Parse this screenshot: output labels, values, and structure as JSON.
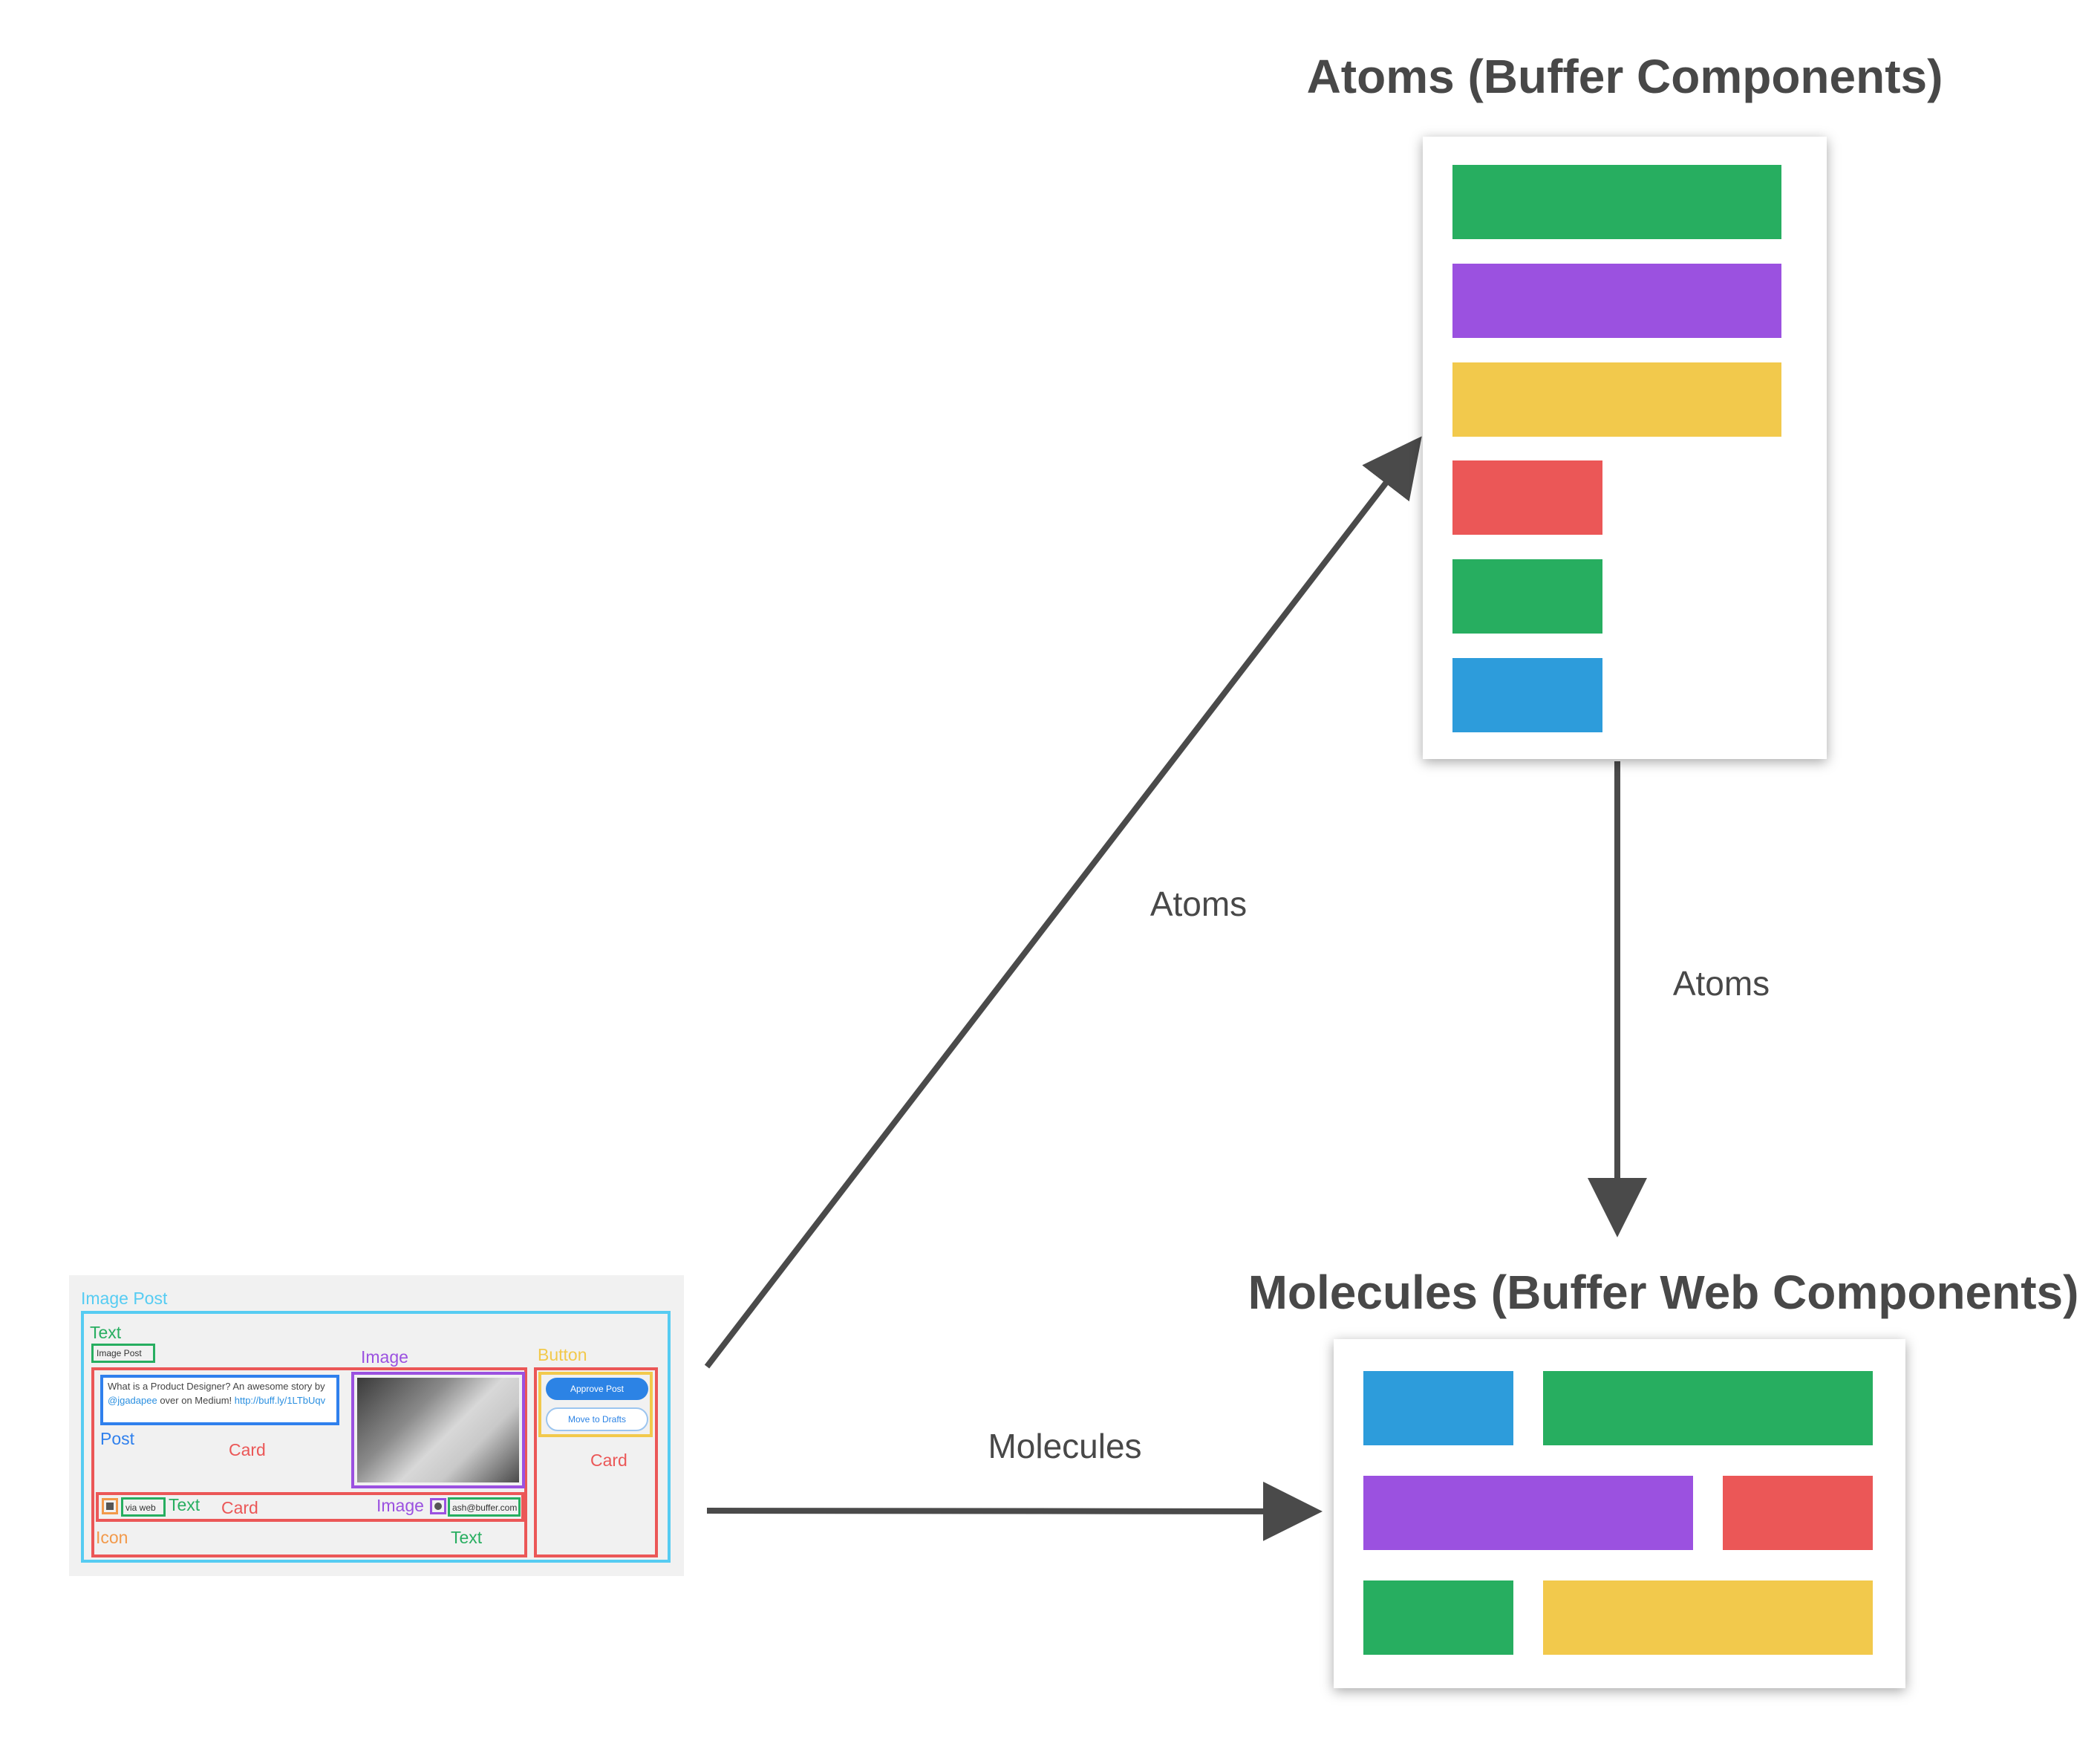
{
  "atoms_panel": {
    "title": "Atoms (Buffer Components)"
  },
  "molecules_panel": {
    "title": "Molecules (Buffer Web Components)"
  },
  "edges": {
    "mockup_to_atoms": "Atoms",
    "atoms_to_molecules": "Atoms",
    "mockup_to_molecules": "Molecules"
  },
  "colors": {
    "green": "#27ae60",
    "purple": "#9b51e0",
    "yellow": "#f2c94c",
    "red": "#eb5757",
    "blue": "#2d9cdb",
    "arrow": "#4a4a4a",
    "annotation_cyan": "#56ccf2",
    "annotation_red": "#eb5757",
    "annotation_green": "#27ae60",
    "annotation_purple": "#9b51e0",
    "annotation_orange": "#f2994a",
    "annotation_yellow": "#f2c94c",
    "annotation_blue": "#2f80ed"
  },
  "mockup": {
    "labels": {
      "image_post": "Image Post",
      "text_top": "Text",
      "image_top": "Image",
      "button": "Button",
      "post": "Post",
      "card_main": "Card",
      "card_right": "Card",
      "text_bottom": "Text",
      "card_bottom": "Card",
      "image_bottom": "Image",
      "icon": "Icon",
      "text_footer": "Text"
    },
    "chip_image_post": "Image Post",
    "post_text_1": "What is a Product Designer? An awesome story by ",
    "post_handle": "@jgadapee",
    "post_text_2": " over on Medium! ",
    "post_link": "http://buff.ly/1LTbUqv",
    "approve_button": "Approve Post",
    "drafts_button": "Move to Drafts",
    "via": "via web",
    "email": "ash@buffer.com"
  }
}
